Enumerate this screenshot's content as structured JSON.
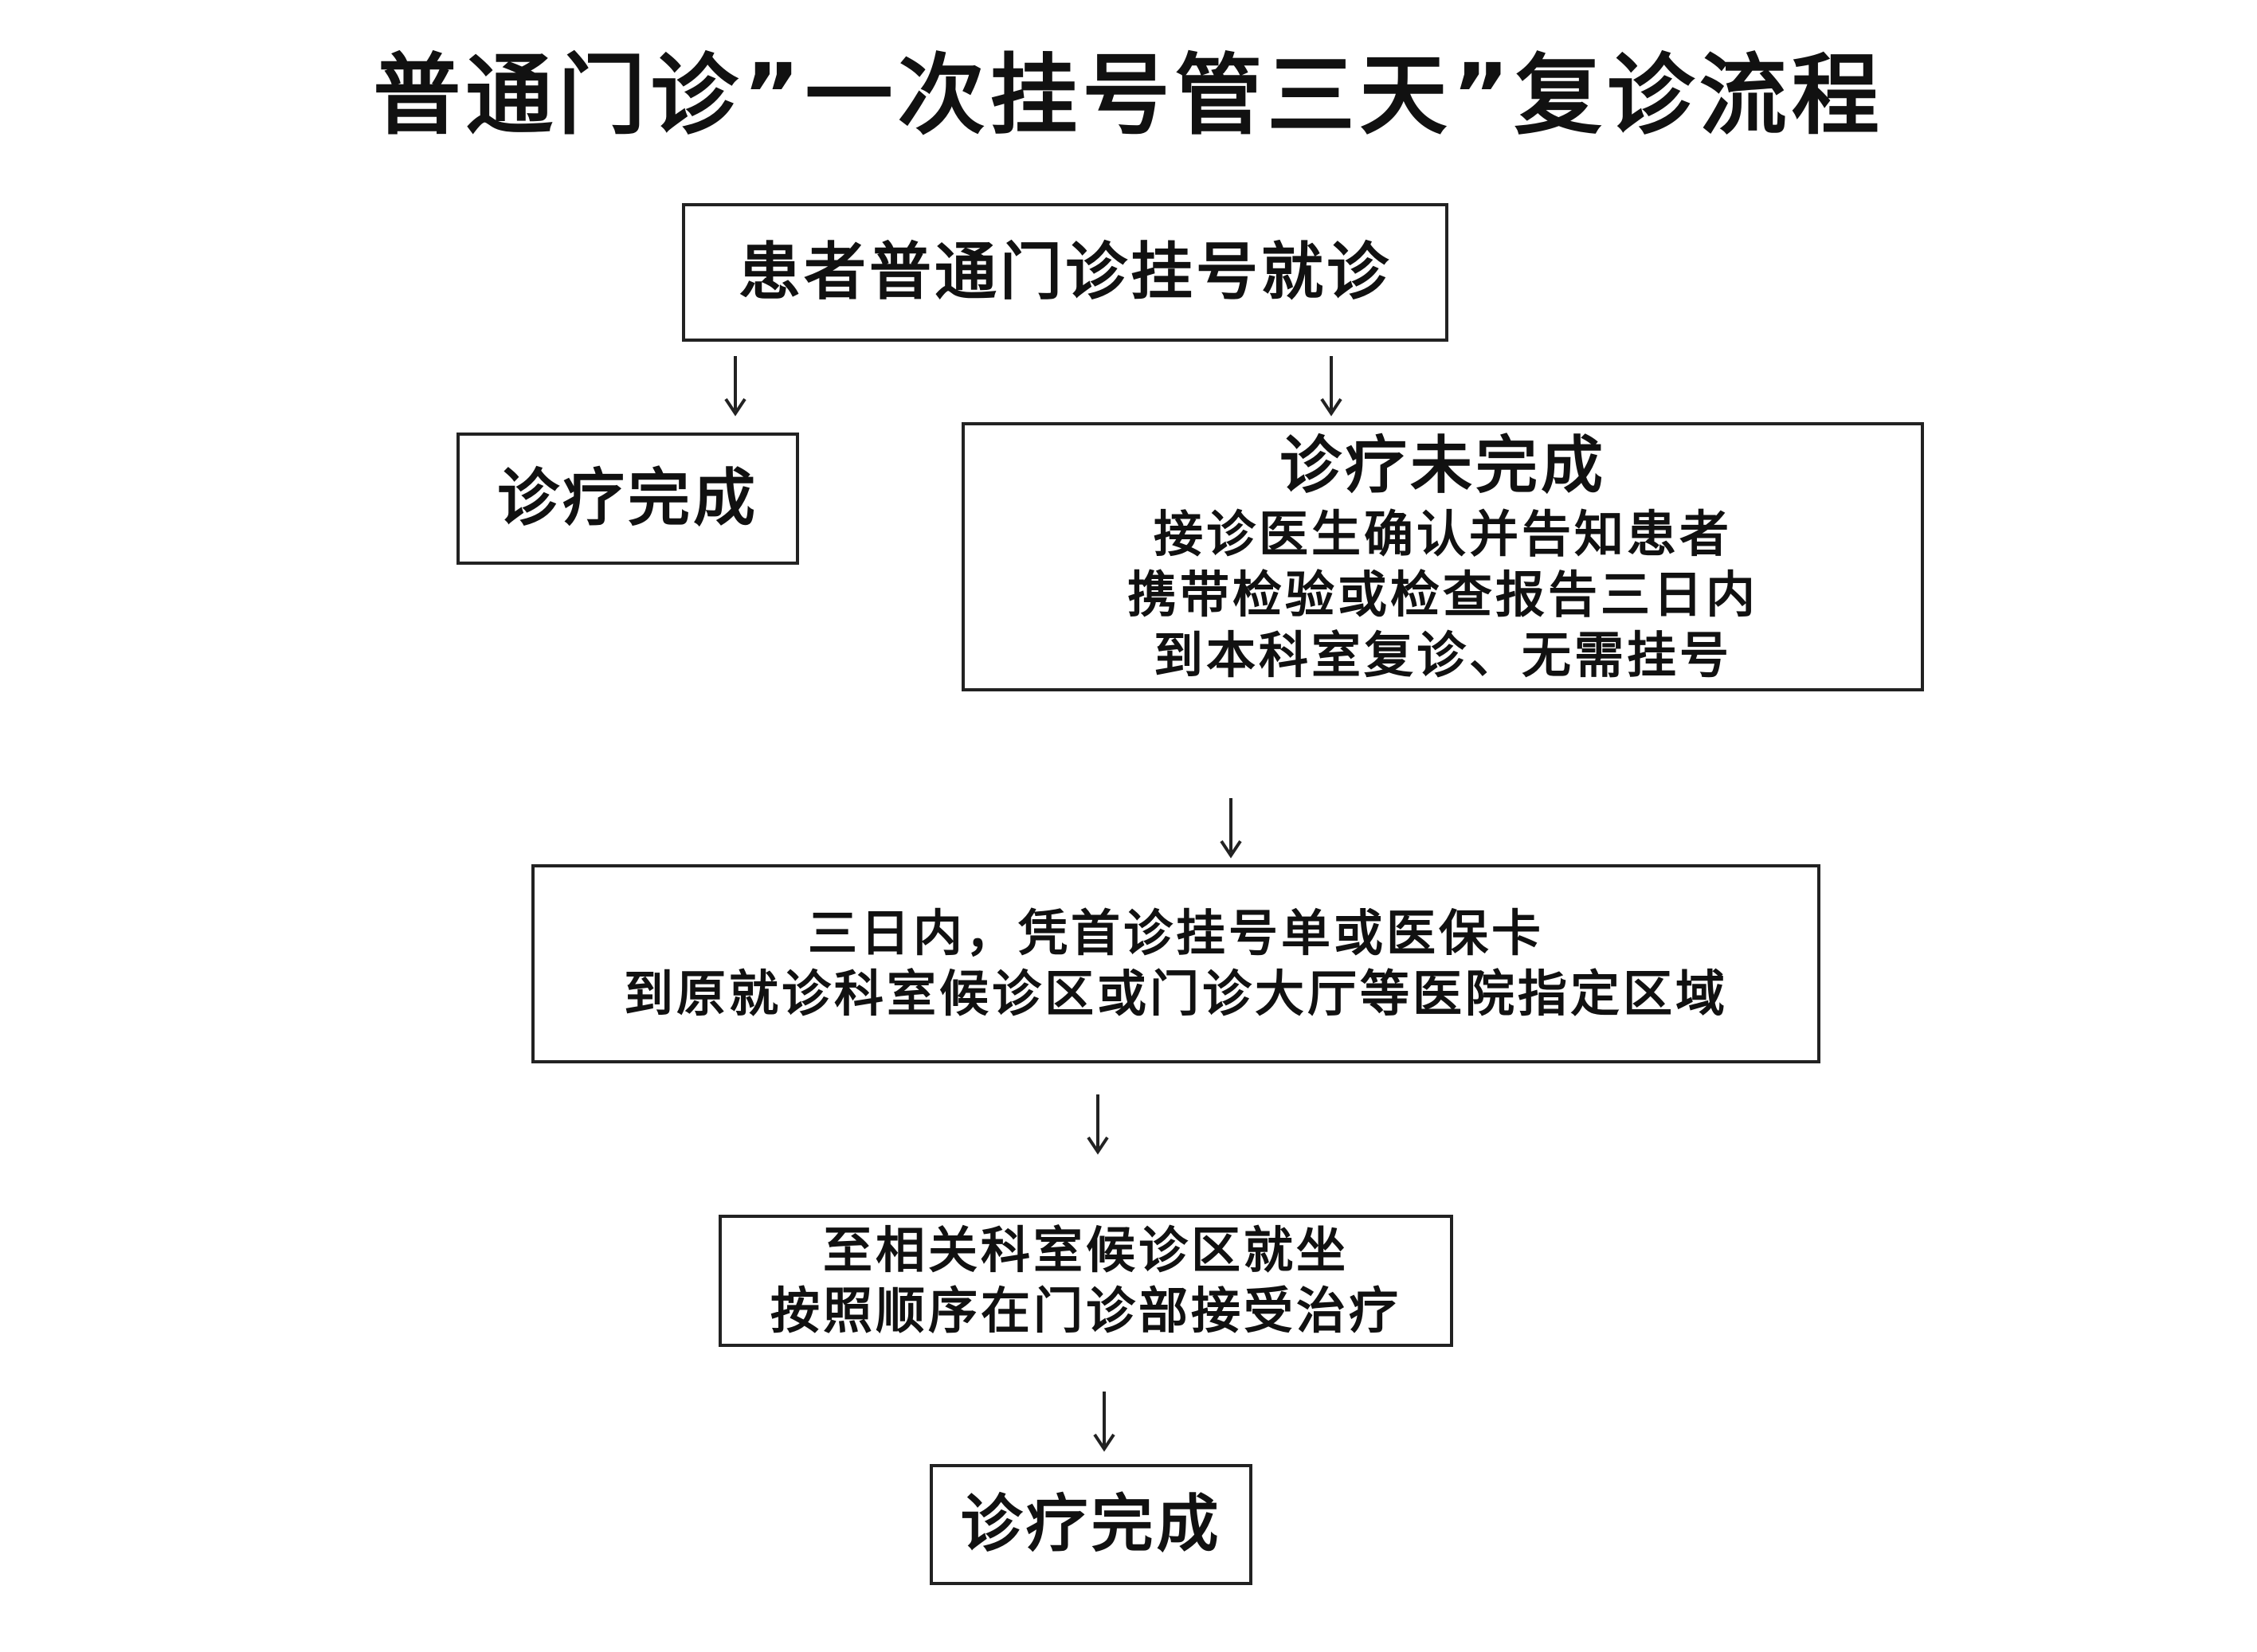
{
  "title": "普通门诊”一次挂号管三天”复诊流程",
  "nodes": {
    "start": {
      "text": "患者普通门诊挂号就诊"
    },
    "done_first": {
      "text": "诊疗完成"
    },
    "not_done": {
      "heading": "诊疗未完成",
      "lines": [
        "接诊医生确认并告知患者",
        "携带检验或检查报告三日内",
        "到本科室复诊、无需挂号"
      ]
    },
    "revisit": {
      "lines": [
        "三日内，凭首诊挂号单或医保卡",
        "到原就诊科室候诊区或门诊大厅等医院指定区域"
      ]
    },
    "waiting": {
      "lines": [
        "至相关科室候诊区就坐",
        "按照顺序在门诊部接受治疗"
      ]
    },
    "done_final": {
      "text": "诊疗完成"
    }
  },
  "colors": {
    "line": "#222222",
    "text": "#111111",
    "background": "#ffffff"
  },
  "icons": {
    "arrow": "down-arrow-icon"
  }
}
